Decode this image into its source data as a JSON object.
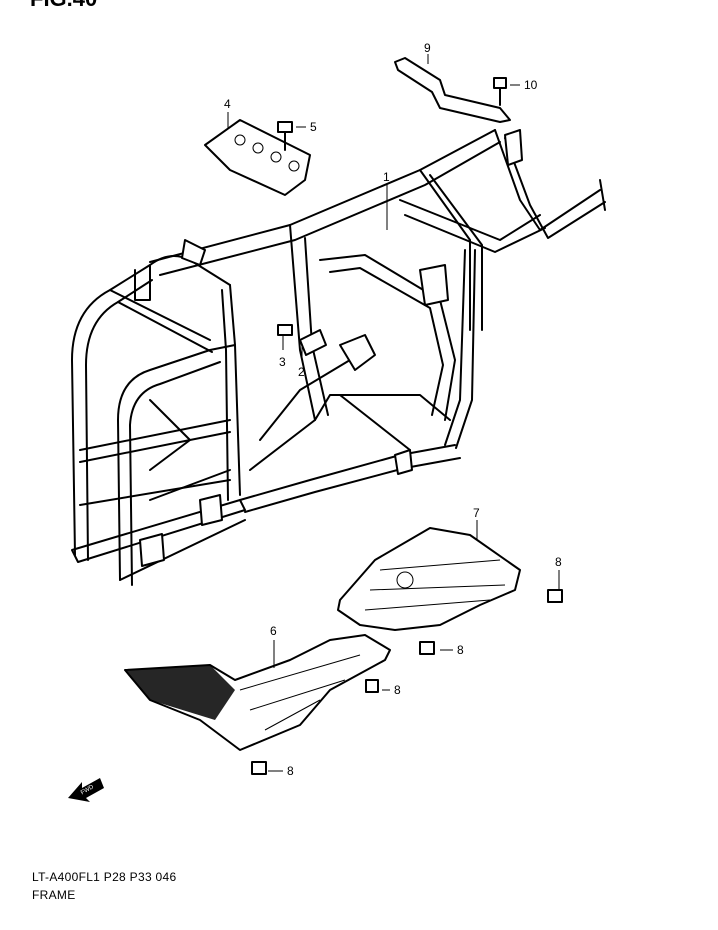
{
  "figure": {
    "title": "FIG.40"
  },
  "callouts": [
    {
      "id": "1",
      "label": "1"
    },
    {
      "id": "2",
      "label": "2"
    },
    {
      "id": "3",
      "label": "3"
    },
    {
      "id": "4",
      "label": "4"
    },
    {
      "id": "5",
      "label": "5"
    },
    {
      "id": "6",
      "label": "6"
    },
    {
      "id": "7",
      "label": "7"
    },
    {
      "id": "8a",
      "label": "8"
    },
    {
      "id": "8b",
      "label": "8"
    },
    {
      "id": "8c",
      "label": "8"
    },
    {
      "id": "8d",
      "label": "8"
    },
    {
      "id": "9",
      "label": "9"
    },
    {
      "id": "10",
      "label": "10"
    }
  ],
  "fwd_marker": {
    "label": "FWD"
  },
  "footer": {
    "model_line": "LT-A400FL1  P28  P33   046",
    "section_name": "FRAME"
  }
}
